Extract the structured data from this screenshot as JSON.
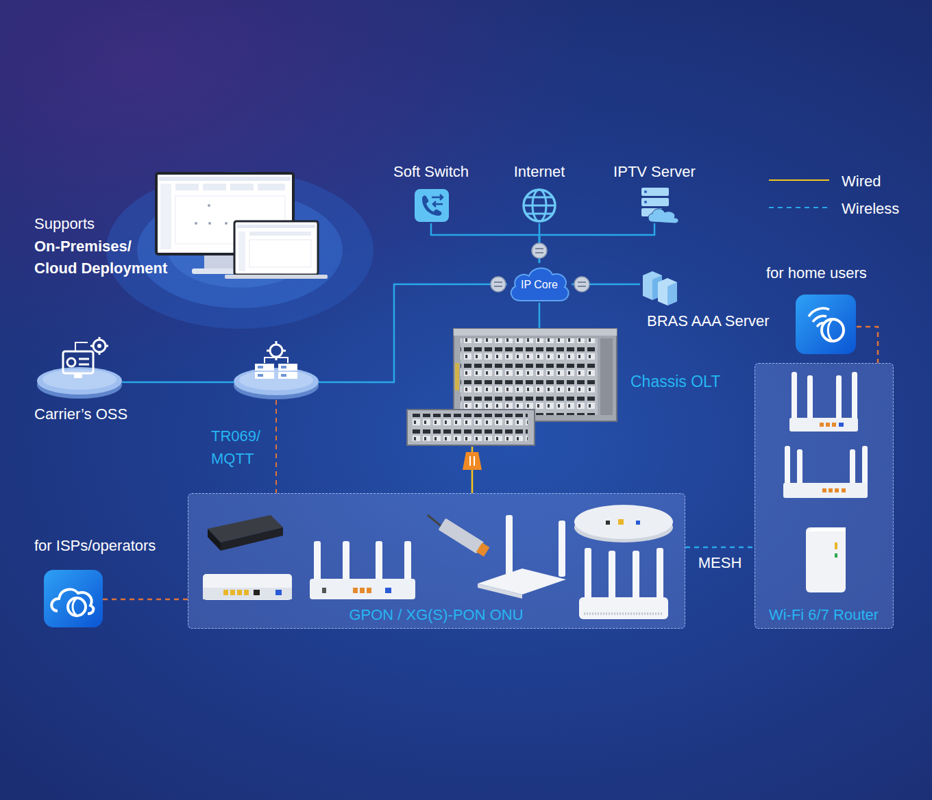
{
  "diagram": {
    "nodes": [
      {
        "text": [
          "Soft Switch"
        ]
      },
      {
        "text": [
          "Internet"
        ]
      },
      {
        "text": [
          "IPTV Server"
        ]
      },
      {
        "text": [
          "for home users"
        ]
      },
      {
        "text": [
          "IP Core"
        ]
      },
      {
        "text": [
          "BRAS AAA Server"
        ]
      },
      {
        "text": [
          "Chassis OLT"
        ]
      },
      {
        "text": [
          "Carrier’s OSS"
        ]
      },
      {
        "text": [
          "GPON / XG(S)-PON ONU"
        ]
      },
      {
        "text": [
          "for ISPs/operators"
        ]
      },
      {
        "text": [
          "Wi-Fi 6/7 Router"
        ]
      }
    ],
    "edges": [
      {
        "from": 0,
        "to": 4,
        "arrow": "none"
      },
      {
        "from": 1,
        "to": 4,
        "arrow": "none"
      },
      {
        "from": 2,
        "to": 4,
        "arrow": "none"
      },
      {
        "from": 3,
        "to": 10,
        "arrow": "none"
      },
      {
        "from": 4,
        "to": 5,
        "arrow": "none"
      },
      {
        "from": 4,
        "to": 6,
        "arrow": "none"
      },
      {
        "from": 6,
        "to": 8,
        "arrow": "none"
      },
      {
        "from": 8,
        "to": 10,
        "label": "MESH",
        "arrow": "none"
      },
      {
        "from": 9,
        "to": 8,
        "arrow": "none"
      }
    ],
    "labels": [
      "Supports",
      "On-Premises/ Cloud Deployment",
      "TR069/ MQTT"
    ],
    "legend": [
      {
        "text": "Wired"
      },
      {
        "text": "Wireless"
      }
    ]
  }
}
